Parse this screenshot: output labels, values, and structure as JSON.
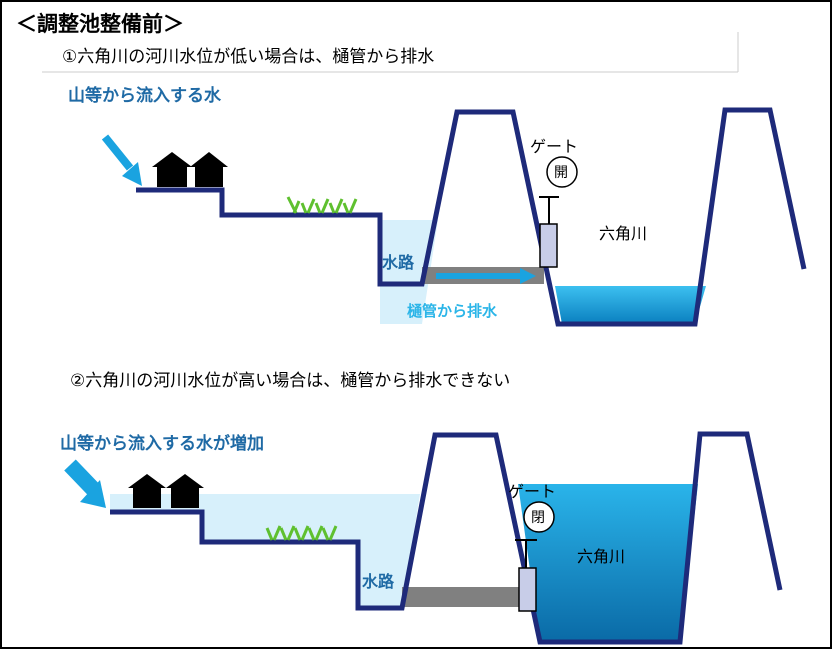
{
  "title": "＜調整池整備前＞",
  "case1": {
    "heading": "①六角川の河川水位が低い場合は、樋管から排水",
    "inflow_label": "山等から流入する水",
    "gate_label": "ゲート",
    "gate_state": "開",
    "river_label": "六角川",
    "channel_label": "水路",
    "drain_label": "樋管から排水"
  },
  "case2": {
    "heading": "②六角川の河川水位が高い場合は、樋管から排水できない",
    "inflow_label": "山等から流入する水が増加",
    "gate_label": "ゲート",
    "gate_state": "閉",
    "river_label": "六角川",
    "channel_label": "水路"
  },
  "colors": {
    "levee": "#1e2a7a",
    "water_light": "#cfeefb",
    "water_river": "#1596d4",
    "pipe": "#808080",
    "arrow": "#1aa3e0",
    "grass": "#5fc02f"
  }
}
